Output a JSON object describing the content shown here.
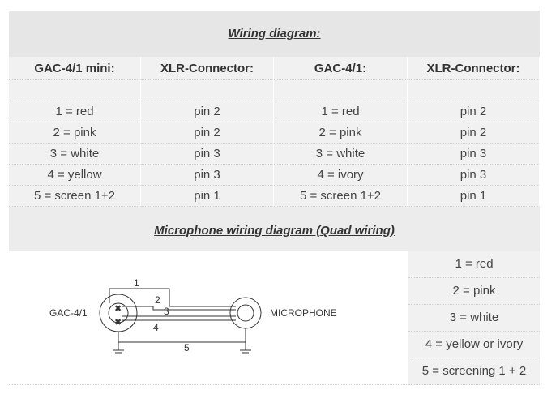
{
  "title": "Wiring diagram:",
  "headers": [
    "GAC-4/1 mini:",
    "XLR-Connector:",
    "GAC-4/1:",
    "XLR-Connector:"
  ],
  "rows": [
    [
      "1 = red",
      "pin 2",
      "1 = red",
      "pin 2"
    ],
    [
      "2 = pink",
      "pin 2",
      "2 = pink",
      "pin 2"
    ],
    [
      "3 = white",
      "pin 3",
      "3 = white",
      "pin 3"
    ],
    [
      "4 = yellow",
      "pin 3",
      "4 = ivory",
      "pin 3"
    ],
    [
      "5 = screen 1+2",
      "pin 1",
      "5 = screen 1+2",
      "pin 1"
    ]
  ],
  "microphone_title": "Microphone wiring diagram (Quad wiring)",
  "diagram": {
    "left_label": "GAC-4/1",
    "right_label": "MICROPHONE",
    "wire_labels": [
      "1",
      "2",
      "3",
      "4",
      "5"
    ]
  },
  "legend": [
    "1 = red",
    "2 = pink",
    "3 = white",
    "4 = yellow or ivory",
    "5 = screening 1 + 2"
  ]
}
